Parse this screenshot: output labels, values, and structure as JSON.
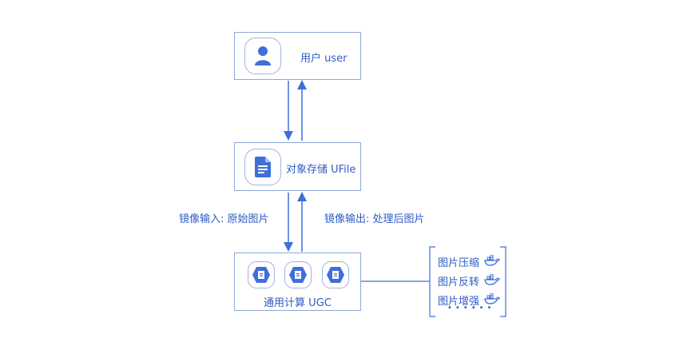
{
  "user_box": {
    "label": "用户 user",
    "icon": "user-icon"
  },
  "storage_box": {
    "label": "对象存储 UFile",
    "icon": "document-icon"
  },
  "compute_box": {
    "label": "通用计算 UGC",
    "icons": [
      "gear-hex-icon",
      "gear-hex-icon",
      "gear-hex-icon"
    ]
  },
  "edges": {
    "input_label": "镜像输入: 原始图片",
    "output_label": "镜像输出: 处理后图片"
  },
  "tasks": {
    "items": [
      "图片压缩",
      "图片反转",
      "图片增强"
    ],
    "icon": "docker-whale-icon",
    "more": "••••••"
  },
  "colors": {
    "accent": "#2d5bc4",
    "border": "#8fa8d6",
    "icon_fill": "#3f6fd8"
  }
}
